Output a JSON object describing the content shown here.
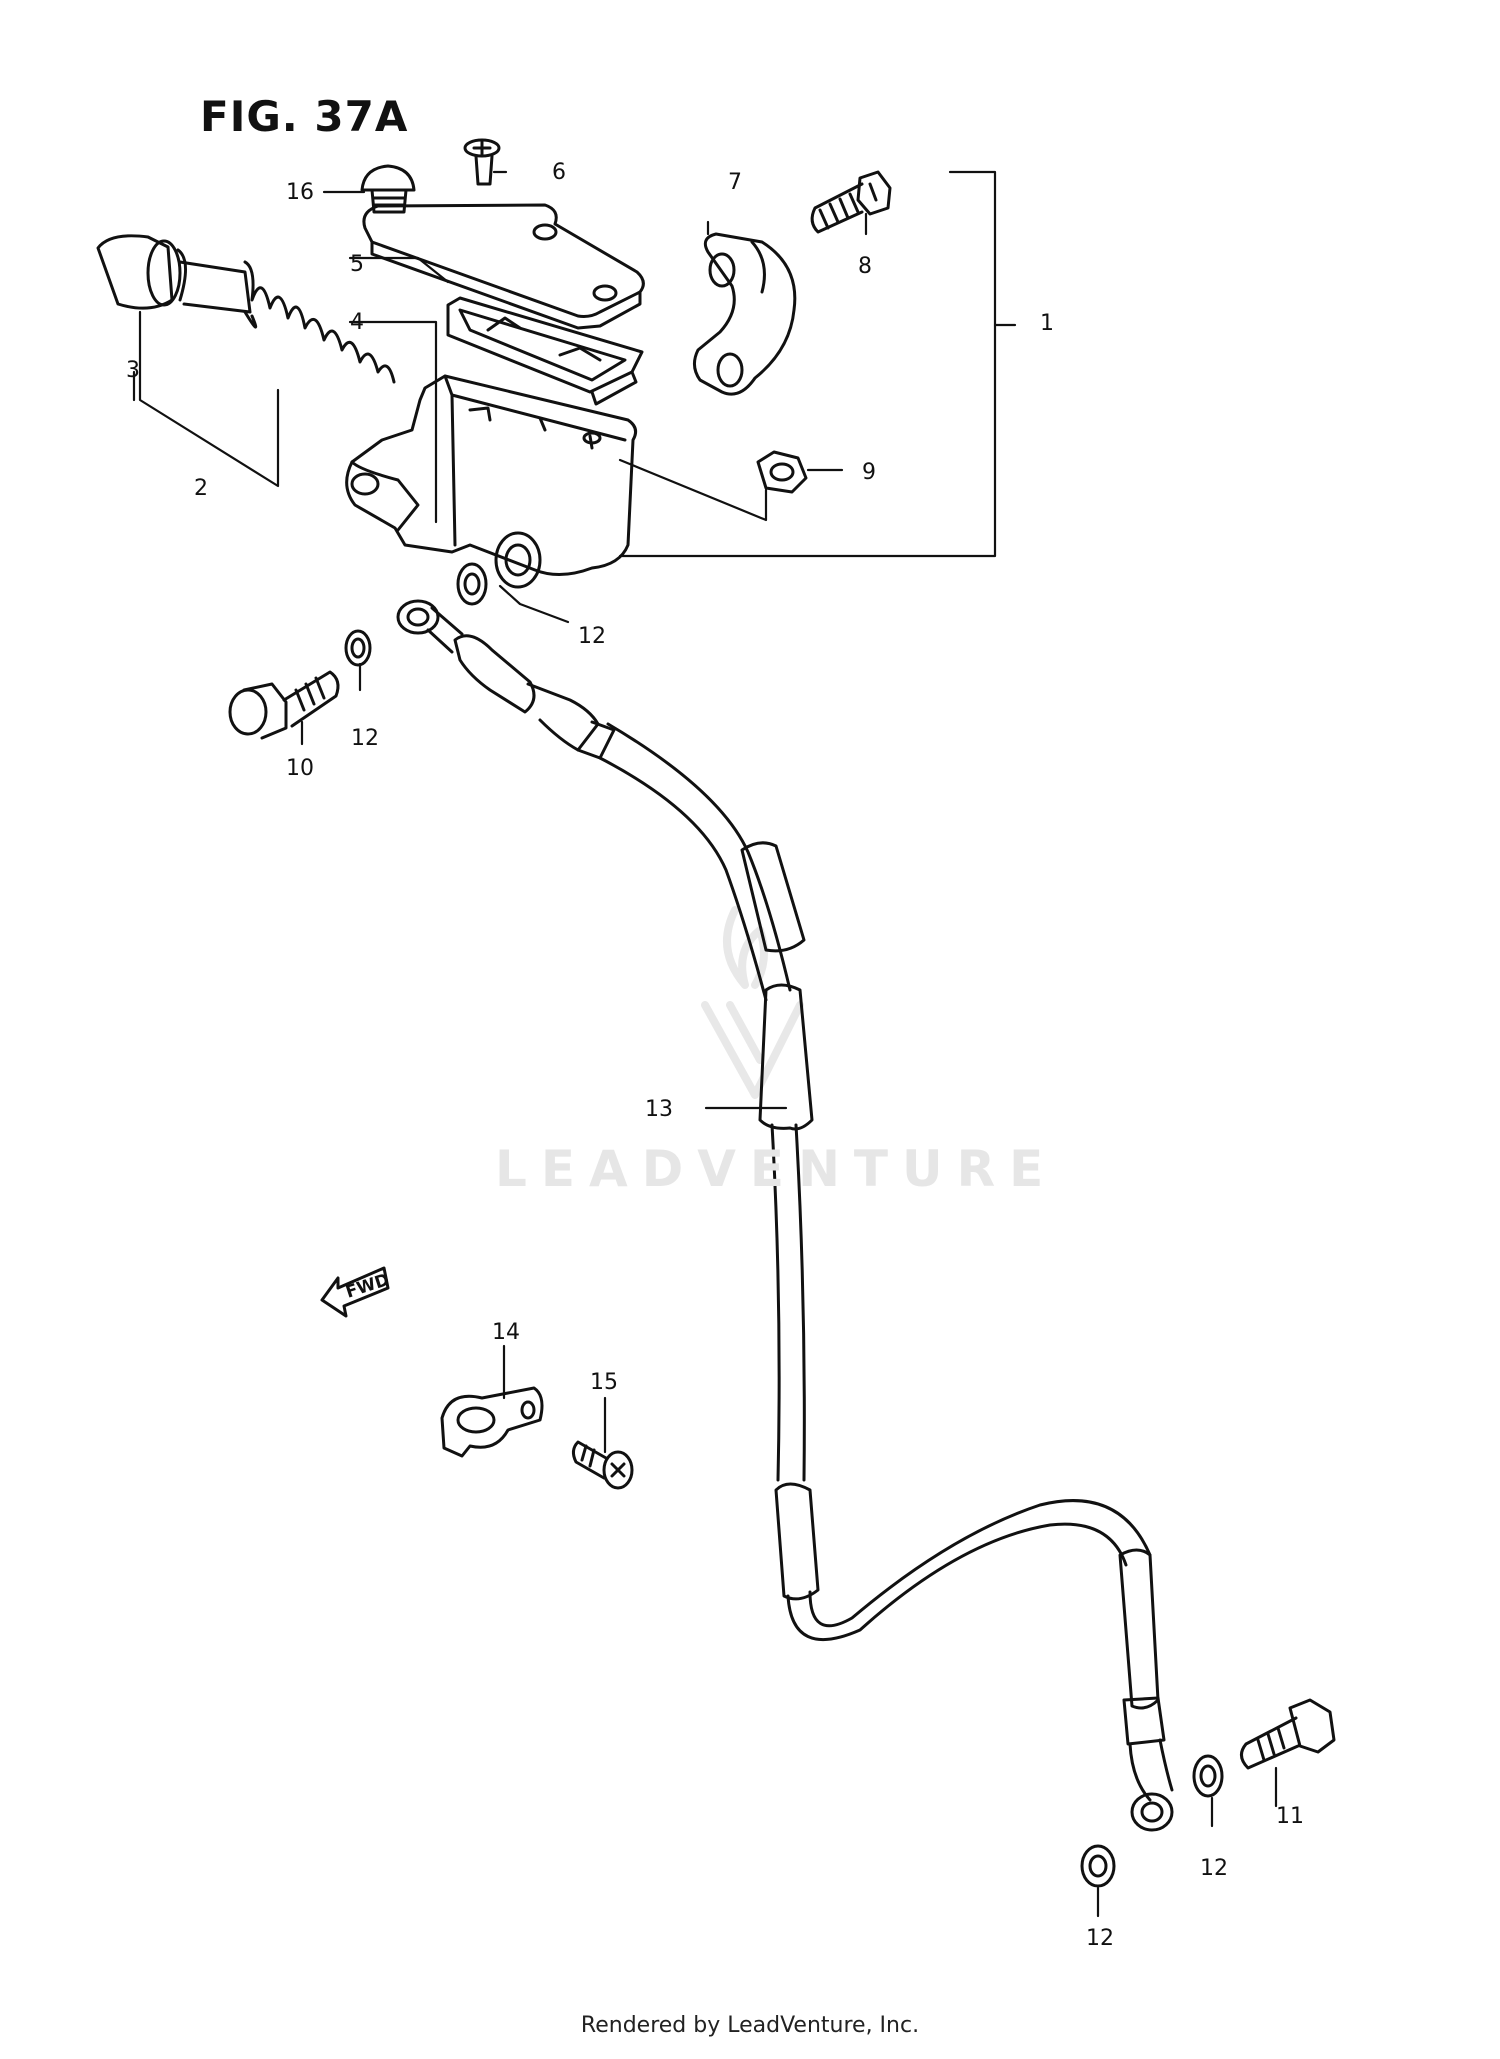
{
  "figure": {
    "title": "FIG. 37A",
    "watermark": "LEADVENTURE",
    "footer": "Rendered by LeadVenture, Inc.",
    "direction_marker": "FWD"
  },
  "callouts": {
    "c1": "1",
    "c2": "2",
    "c3": "3",
    "c4": "4",
    "c5": "5",
    "c6": "6",
    "c7": "7",
    "c8": "8",
    "c9": "9",
    "c10": "10",
    "c11": "11",
    "c12a": "12",
    "c12b": "12",
    "c12c": "12",
    "c12d": "12",
    "c13": "13",
    "c14": "14",
    "c15": "15",
    "c16": "16"
  }
}
